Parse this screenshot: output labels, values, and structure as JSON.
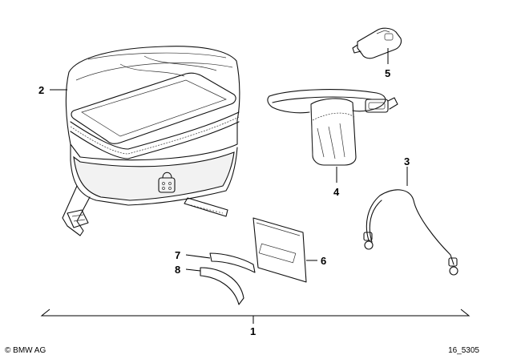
{
  "callouts": {
    "c1": "1",
    "c2": "2",
    "c3": "3",
    "c4": "4",
    "c5": "5",
    "c6": "6",
    "c7": "7",
    "c8": "8"
  },
  "footer": {
    "copyright": "© BMW AG",
    "diagram_id": "16_5305"
  }
}
